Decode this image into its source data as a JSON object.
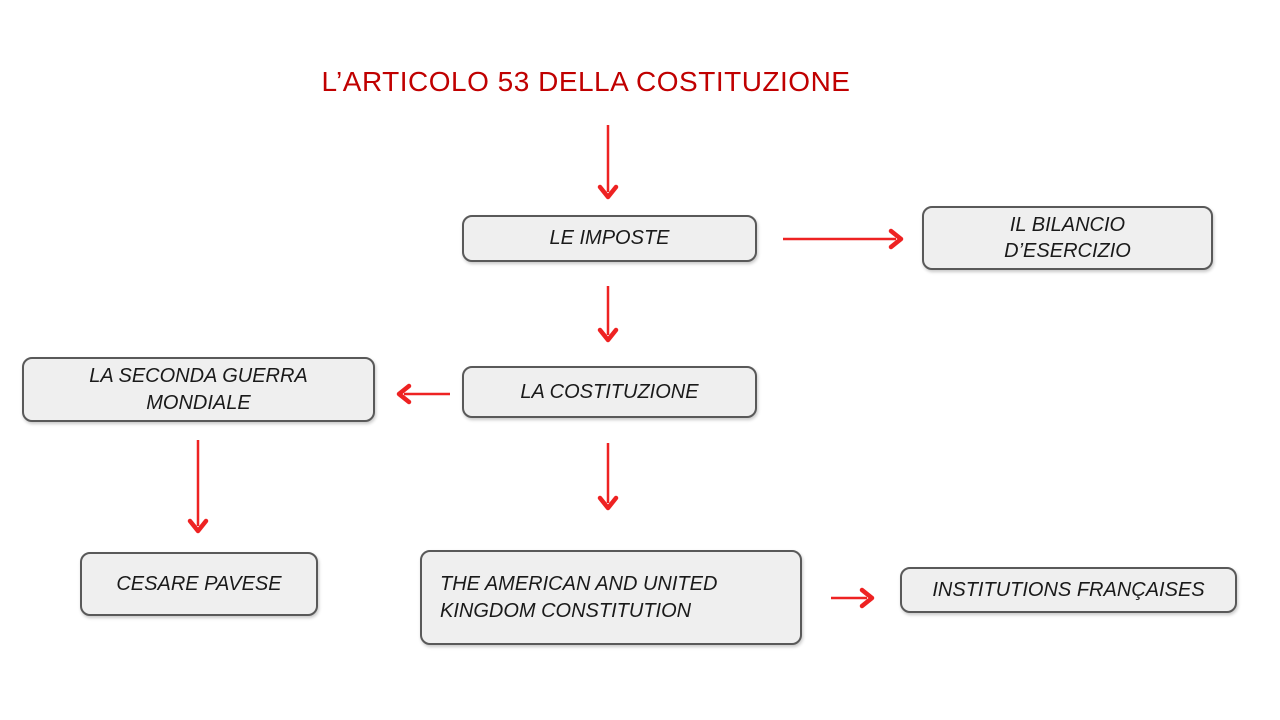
{
  "title": {
    "text": "L’ARTICOLO 53 DELLA COSTITUZIONE",
    "color": "#c00000"
  },
  "colors": {
    "background": "#ffffff",
    "arrow": "#ee2222",
    "title_red": "#c00000",
    "box_fill": "#efefef",
    "box_border": "#595959",
    "box_text": "#1a1a1a"
  },
  "nodes": [
    {
      "id": "le-imposte",
      "label": "LE IMPOSTE"
    },
    {
      "id": "il-bilancio",
      "label": "IL BILANCIO\nD’ESERCIZIO"
    },
    {
      "id": "la-seconda-guerra",
      "label": "LA SECONDA GUERRA\nMONDIALE"
    },
    {
      "id": "la-costituzione",
      "label": "LA COSTITUZIONE"
    },
    {
      "id": "cesare-pavese",
      "label": "CESARE PAVESE"
    },
    {
      "id": "american-uk-constitution",
      "label": "THE AMERICAN AND UNITED\nKINGDOM  CONSTITUTION"
    },
    {
      "id": "institutions-francaises",
      "label": "INSTITUTIONS FRANÇAISES"
    }
  ],
  "edges": [
    {
      "from": "title",
      "to": "le-imposte",
      "direction": "down"
    },
    {
      "from": "le-imposte",
      "to": "il-bilancio",
      "direction": "right"
    },
    {
      "from": "le-imposte",
      "to": "la-costituzione",
      "direction": "down"
    },
    {
      "from": "la-costituzione",
      "to": "la-seconda-guerra",
      "direction": "left"
    },
    {
      "from": "la-seconda-guerra",
      "to": "cesare-pavese",
      "direction": "down"
    },
    {
      "from": "la-costituzione",
      "to": "american-uk-constitution",
      "direction": "down"
    },
    {
      "from": "american-uk-constitution",
      "to": "institutions-francaises",
      "direction": "right"
    }
  ]
}
